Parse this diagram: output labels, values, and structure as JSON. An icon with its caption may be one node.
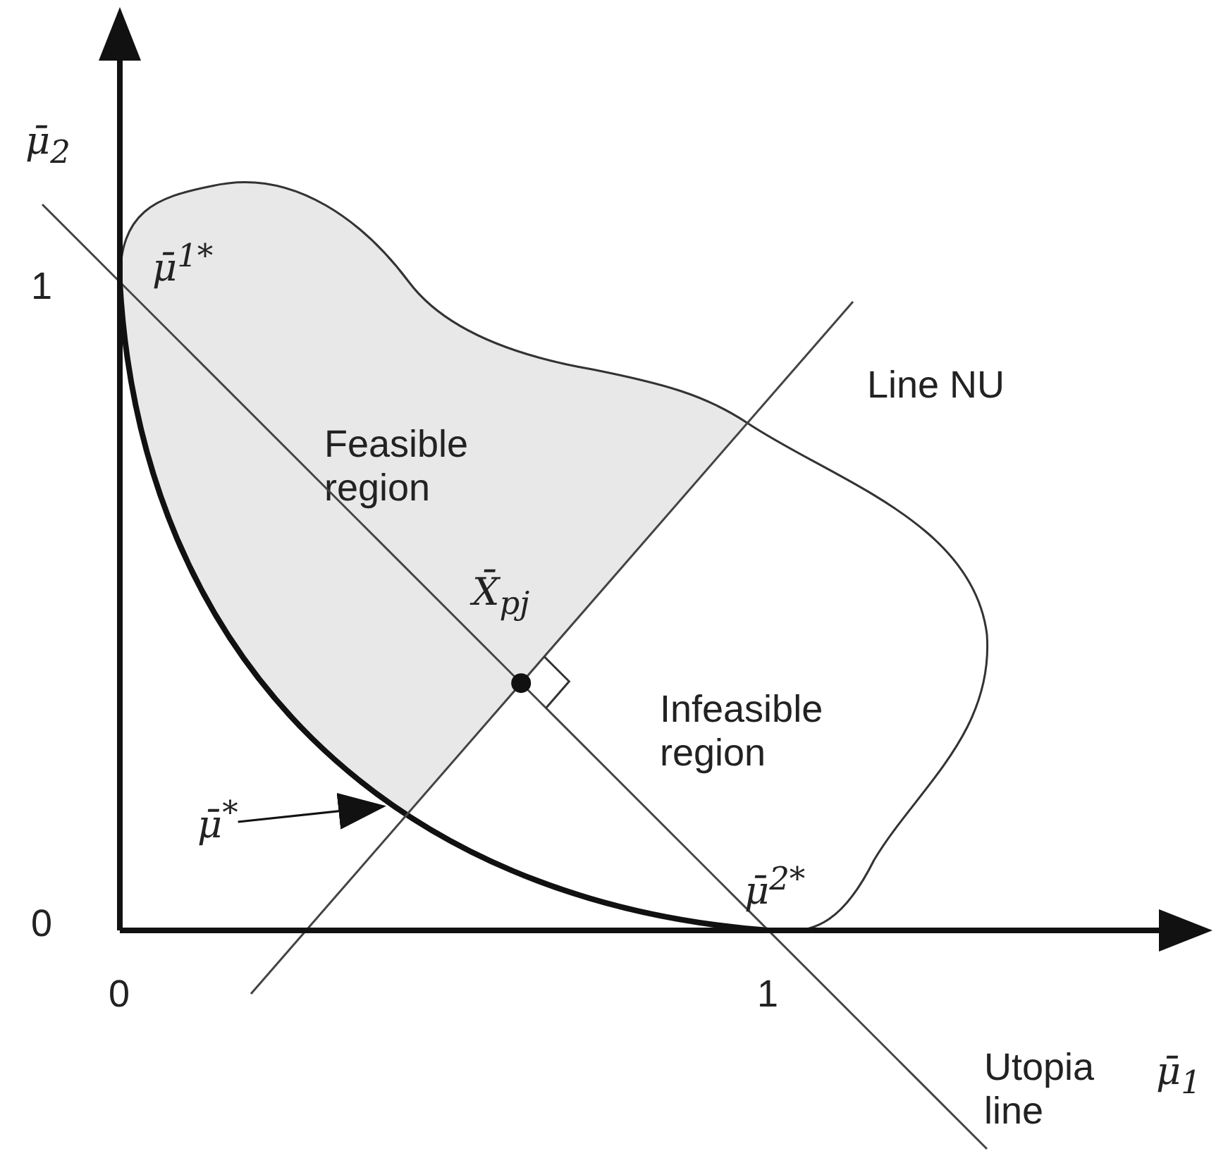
{
  "diagram": {
    "nodes": [
      {
        "text": [
          "Feasible region"
        ]
      },
      {
        "text": [
          "Infeasible region"
        ]
      },
      {
        "text": [
          "μ̄$^{*}$"
        ]
      }
    ],
    "edges": [
      {
        "from": 2,
        "to": 0,
        "arrow": "to"
      }
    ],
    "labels": [
      "μ̄$_{2}$",
      "μ̄$^{1*}$",
      "1",
      "Line NU",
      "X̄$_{pj}$",
      "μ̄$^{2*}$",
      "0",
      "0",
      "1",
      "μ̄$_{1}$",
      "Utopia line"
    ]
  }
}
